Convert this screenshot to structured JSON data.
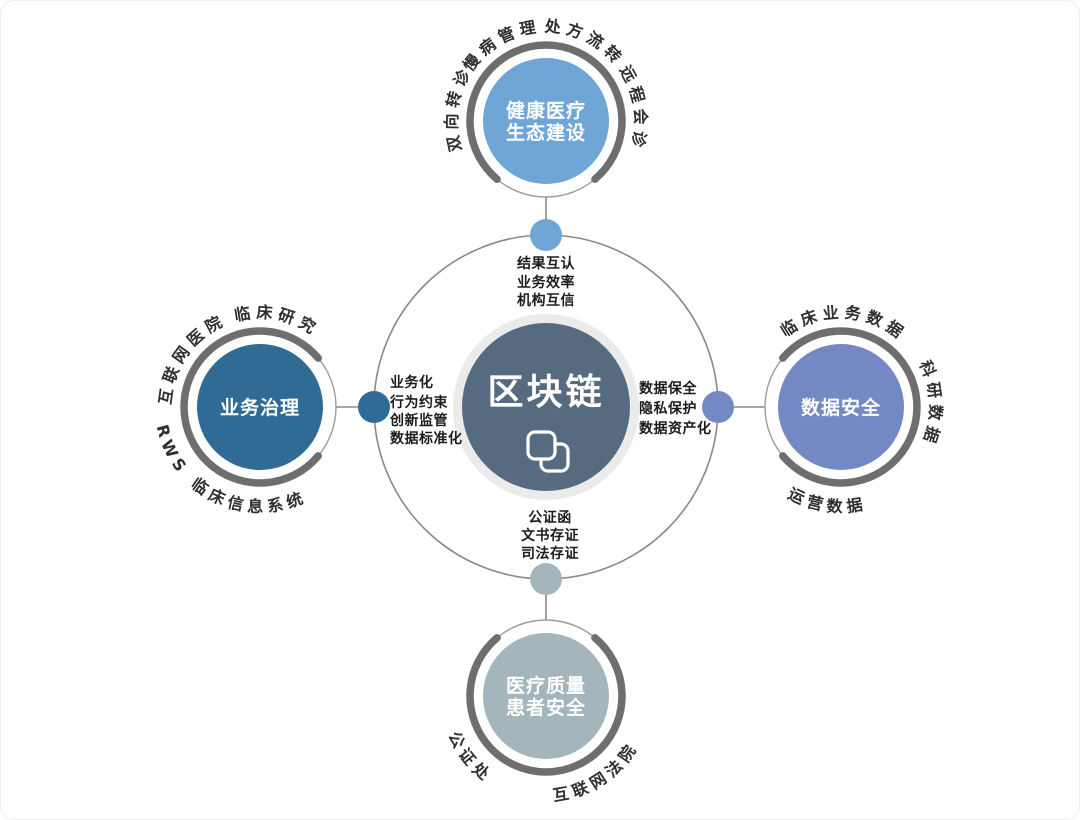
{
  "diagram": {
    "center": {
      "title": "区块链",
      "icon": "chain-blocks-icon",
      "color": "#566b80",
      "halo_color": "#ebebeb",
      "text_color": "#ffffff"
    },
    "satellites": {
      "top": {
        "name_lines": [
          "健康医疗",
          "生态建设"
        ],
        "color": "#6fa6d6",
        "tags": [
          "双向转诊",
          "慢病管理",
          "处方流转",
          "远程会诊"
        ]
      },
      "left": {
        "name_lines": [
          "业务治理"
        ],
        "color": "#2f6b94",
        "tags": [
          "互联网医院",
          "临床研究",
          "RWS",
          "临床信息系统"
        ]
      },
      "right": {
        "name_lines": [
          "数据安全"
        ],
        "color": "#7489c4",
        "tags": [
          "临床业务数据",
          "科研数据",
          "运营数据"
        ]
      },
      "bottom": {
        "name_lines": [
          "医疗质量",
          "患者安全"
        ],
        "color": "#a4b5bc",
        "tags": [
          "公证处",
          "互联网法院"
        ]
      }
    },
    "annotations": {
      "top": [
        "结果互认",
        "业务效率",
        "机构互信"
      ],
      "left": [
        "业务化",
        "行为约束",
        "创新监管",
        "数据标准化"
      ],
      "right": [
        "数据保全",
        "隐私保护",
        "数据资产化"
      ],
      "bottom": [
        "公证函",
        "文书存证",
        "司法存证"
      ]
    },
    "colors": {
      "line": "#8a8a8a",
      "thin_ring": "#9c9c9c",
      "thick_arc": "#6e6e6e",
      "tag_text": "#2f2f2f",
      "note_text": "#1c1c1c",
      "background": "#ffffff"
    }
  }
}
